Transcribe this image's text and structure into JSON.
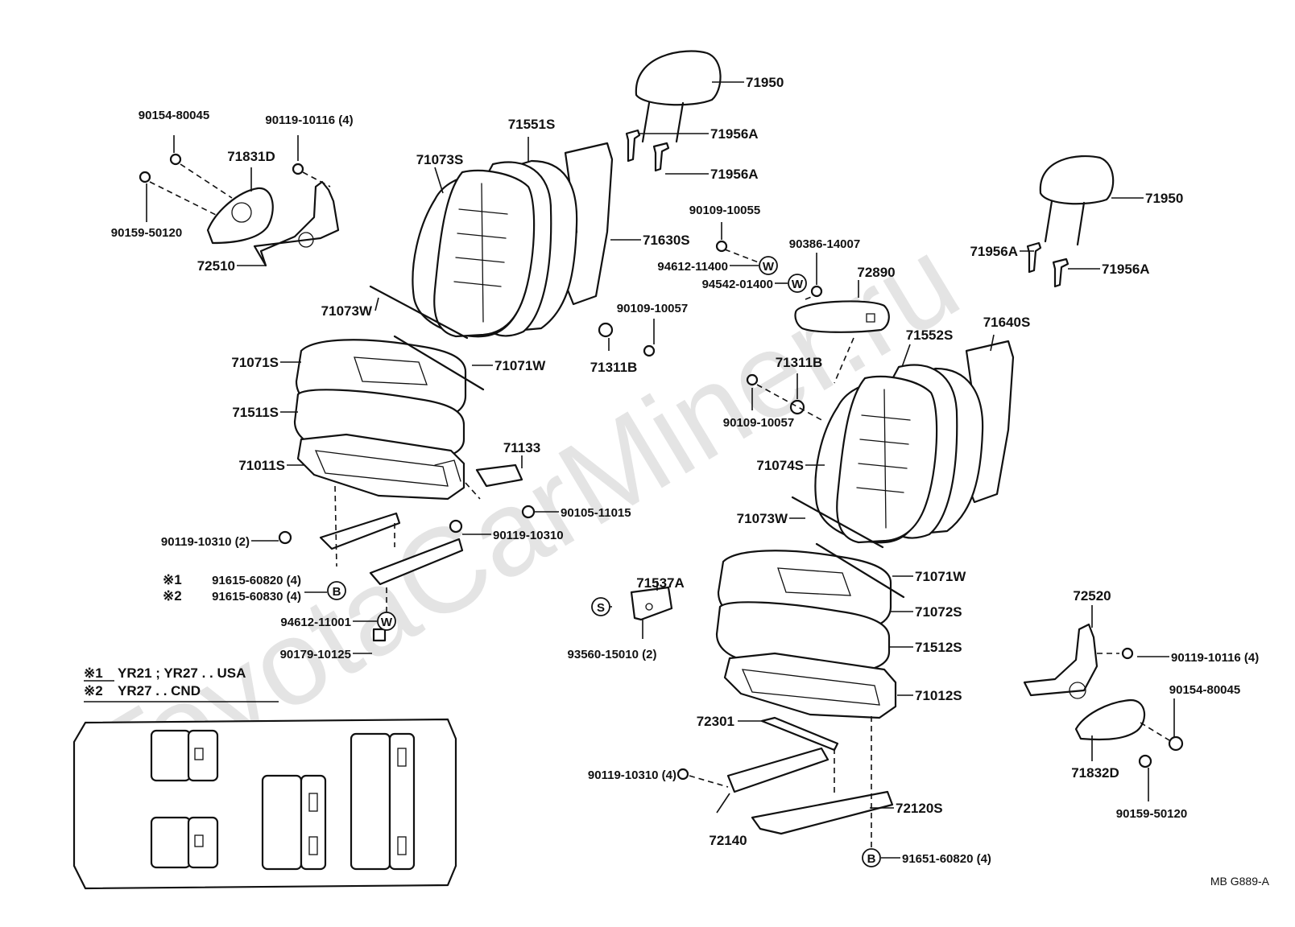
{
  "watermark": "ToyotaCarMiner.ru",
  "parts": {
    "headrest_left": "71950",
    "support_71956a_1": "71956A",
    "support_71956a_2": "71956A",
    "headrest_right": "71950",
    "support_71956a_3": "71956A",
    "support_71956a_4": "71956A",
    "screw_90154_left": "90154-80045",
    "screw_90119_10116_left": "90119-10116 (4)",
    "cover_71831d": "71831D",
    "screw_90159_left": "90159-50120",
    "recliner_72510": "72510",
    "back_pad_71551s": "71551S",
    "back_cover_71073s": "71073S",
    "back_frame_71630s": "71630S",
    "wire_71073w_left": "71073W",
    "cushion_71071s": "71071S",
    "wire_71071w_left": "71071W",
    "pad_71511s": "71511S",
    "frame_71011s": "71011S",
    "bracket_71133": "71133",
    "bolt_90105": "90105-11015",
    "bolt_90119_10310_a": "90119-10310 (2)",
    "bolt_90119_10310_b": "90119-10310",
    "bolt_91615_60820": "91615-60820 (4)",
    "bolt_91615_60830": "91615-60830 (4)",
    "washer_94612_11001": "94612-11001",
    "nut_90179": "90179-10125",
    "bolt_90109_10055": "90109-10055",
    "nut_90386": "90386-14007",
    "washer_94612_11400": "94612-11400",
    "washer_94542": "94542-01400",
    "armrest_72890": "72890",
    "bolt_90109_10057_a": "90109-10057",
    "bushing_71311b_a": "71311B",
    "bushing_71311b_b": "71311B",
    "bolt_90109_10057_b": "90109-10057",
    "back_pad_71552s": "71552S",
    "back_frame_71640s": "71640S",
    "back_cover_71074s": "71074S",
    "wire_71073w_right": "71073W",
    "wire_71071w_right": "71071W",
    "cushion_71072s": "71072S",
    "pad_71512s": "71512S",
    "frame_71012s": "71012S",
    "protector_71537a": "71537A",
    "screw_93560": "93560-15010 (2)",
    "recliner_72520": "72520",
    "screw_90119_10116_right": "90119-10116 (4)",
    "screw_90154_right": "90154-80045",
    "cover_71832d": "71832D",
    "screw_90159_right": "90159-50120",
    "cable_72301": "72301",
    "bolt_90119_10310_c": "90119-10310 (4)",
    "adjuster_72140": "72140",
    "adjuster_72120s": "72120S",
    "bolt_91651_60820": "91651-60820 (4)"
  },
  "markers": {
    "b": "B",
    "w": "W",
    "s": "S"
  },
  "notes": {
    "mark1": "※1",
    "mark2": "※2",
    "note1_mark": "※1",
    "note1_text": "YR21 ; YR27 . . USA",
    "note2_mark": "※2",
    "note2_text": "YR27 . . CND"
  },
  "footer_code": "MB  G889-A"
}
